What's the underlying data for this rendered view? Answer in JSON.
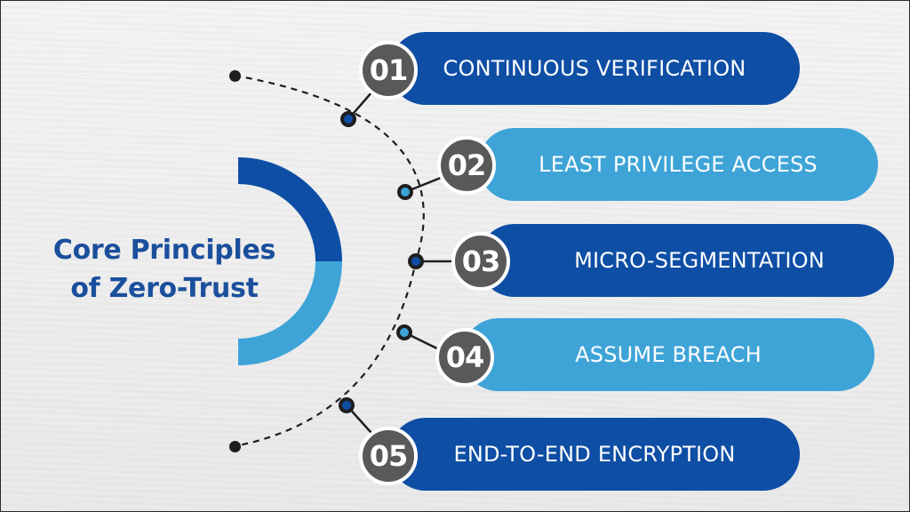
{
  "title": {
    "line1": "Core Principles",
    "line2": "of Zero-Trust"
  },
  "colors": {
    "dark_blue": "#0e4ea5",
    "light_blue": "#3ea4d8",
    "number_gray": "#595959",
    "title_blue": "#1a4f9c"
  },
  "principles": [
    {
      "number": "01",
      "label": "CONTINUOUS VERIFICATION",
      "tone": "dark"
    },
    {
      "number": "02",
      "label": "LEAST PRIVILEGE ACCESS",
      "tone": "light"
    },
    {
      "number": "03",
      "label": "MICRO-SEGMENTATION",
      "tone": "dark"
    },
    {
      "number": "04",
      "label": "ASSUME BREACH",
      "tone": "light"
    },
    {
      "number": "05",
      "label": "END-TO-END ENCRYPTION",
      "tone": "dark"
    }
  ]
}
